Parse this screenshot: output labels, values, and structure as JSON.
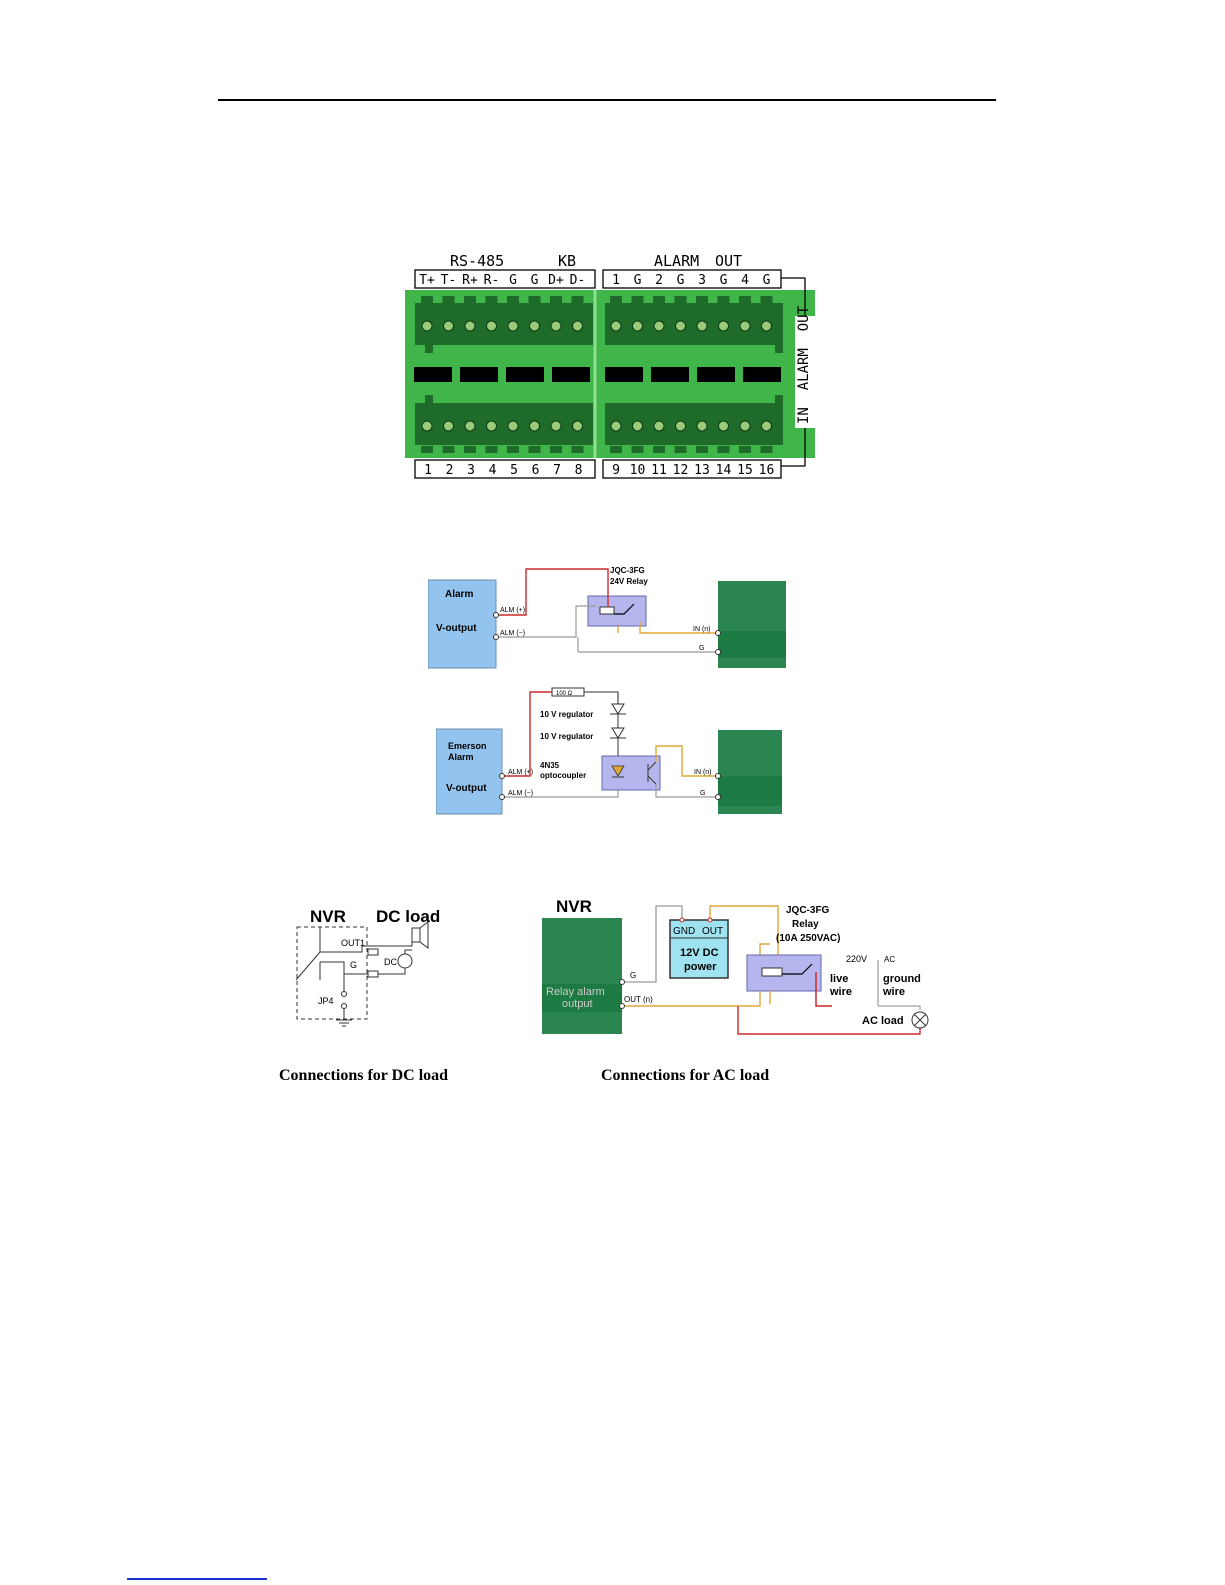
{
  "colors": {
    "terminal_green": "#3fb54a",
    "terminal_dark": "#1f6b2a",
    "alarm_box_blue": "#93c4ef",
    "nvr_green": "#2a8550",
    "relay_purple": "#b6b6ee",
    "wire_red": "#cc2a2a",
    "wire_orange": "#e0a838",
    "wire_gray": "#9a9a9a",
    "power_box": "#9fe3f0"
  },
  "terminal": {
    "group_rs485": "RS-485",
    "group_kb": "KB",
    "group_alarm": "ALARM",
    "group_out": "OUT",
    "top_left_labels": [
      "T+",
      "T-",
      "R+",
      "R-",
      "G",
      "G",
      "D+",
      "D-"
    ],
    "top_right_labels": [
      "1",
      "G",
      "2",
      "G",
      "3",
      "G",
      "4",
      "G"
    ],
    "bottom_left_labels": [
      "1",
      "2",
      "3",
      "4",
      "5",
      "6",
      "7",
      "8"
    ],
    "bottom_right_labels": [
      "9",
      "10",
      "11",
      "12",
      "13",
      "14",
      "15",
      "16"
    ],
    "side_label": "IN  ALARM  OUT"
  },
  "relay_input": {
    "alarm_title": "Alarm",
    "v_output": "V-output",
    "alm_plus": "ALM (+)",
    "alm_minus": "ALM (−)",
    "relay_line1": "JQC-3FG",
    "relay_line2": "24V Relay",
    "in_n": "IN (n)",
    "g": "G"
  },
  "opto_input": {
    "alarm_line1": "Emerson",
    "alarm_line2": "Alarm",
    "v_output": "V-output",
    "resistor": "100 Ω",
    "regulator1": "10 V regulator",
    "regulator2": "10 V regulator",
    "opto_line1": "4N35",
    "opto_line2": "optocoupler",
    "alm_plus": "ALM (+)",
    "alm_minus": "ALM (−)",
    "in_n": "IN (n)",
    "g": "G"
  },
  "dc_load": {
    "nvr": "NVR",
    "dc_load": "DC load",
    "out1": "OUT1",
    "g": "G",
    "dc": "DC",
    "jp4": "JP4",
    "caption": "Connections for DC load"
  },
  "ac_load": {
    "nvr": "NVR",
    "relay_alarm_output": "Relay alarm",
    "relay_alarm_output2": "output",
    "g": "G",
    "out_n": "OUT (n)",
    "gnd": "GND",
    "out": "OUT",
    "power_line1": "12V DC",
    "power_line2": "power",
    "relay_line1": "JQC-3FG",
    "relay_line2": "Relay",
    "relay_line3": "(10A 250VAC)",
    "v220": "220V",
    "ac": "AC",
    "live1": "live",
    "live2": "wire",
    "ground1": "ground",
    "ground2": "wire",
    "ac_load": "AC load",
    "caption": "Connections for AC load"
  }
}
